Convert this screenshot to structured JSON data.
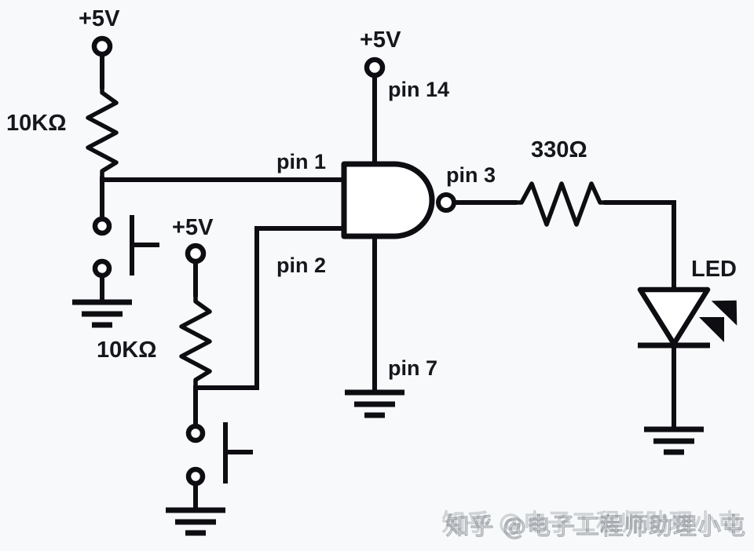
{
  "diagram": {
    "title": "NAND gate pushbutton LED circuit",
    "background_color": "#f7f9fa",
    "line_color": "#0d0d12"
  },
  "labels": {
    "supply_top_left": "+5V",
    "supply_gate": "+5V",
    "supply_lower_left": "+5V",
    "resistor_pullup_1": "10KΩ",
    "resistor_pullup_2": "10KΩ",
    "resistor_led": "330Ω",
    "pin_1": "pin 1",
    "pin_2": "pin 2",
    "pin_3": "pin 3",
    "pin_14": "pin 14",
    "pin_7": "pin 7",
    "led": "LED"
  },
  "components": {
    "nand_gate": {
      "name": "nand-gate",
      "inputs": [
        "pin 1",
        "pin 2"
      ],
      "output": "pin 3",
      "power": "pin 14",
      "ground": "pin 7"
    },
    "switches": [
      {
        "name": "pushbutton-1",
        "connects": "pin 1 node to ground"
      },
      {
        "name": "pushbutton-2",
        "connects": "pin 2 node to ground"
      }
    ],
    "resistors": [
      {
        "name": "pullup-resistor-1",
        "value": "10KΩ",
        "orientation": "vertical"
      },
      {
        "name": "pullup-resistor-2",
        "value": "10KΩ",
        "orientation": "vertical"
      },
      {
        "name": "led-series-resistor",
        "value": "330Ω",
        "orientation": "horizontal"
      }
    ],
    "led_indicator": {
      "name": "led",
      "label": "LED"
    },
    "grounds": [
      "switch-1-ground",
      "switch-2-ground",
      "gate-pin7-ground",
      "led-ground"
    ]
  },
  "watermark": {
    "text": "知乎 @电子工程师助理小屯"
  }
}
